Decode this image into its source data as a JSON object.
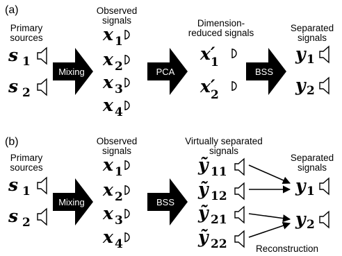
{
  "panels": {
    "a": {
      "tag": "(a)",
      "col1": {
        "line1": "Primary",
        "line2": "sources"
      },
      "col2": {
        "line1": "Observed",
        "line2": "signals"
      },
      "col3": {
        "line1": "Dimension-",
        "line2": "reduced signals"
      },
      "col4": {
        "line1": "Separated",
        "line2": "signals"
      },
      "arrows": [
        "Mixing",
        "PCA",
        "BSS"
      ],
      "sources": [
        {
          "sym": "s",
          "sub": "1"
        },
        {
          "sym": "s",
          "sub": "2"
        }
      ],
      "observed": [
        {
          "sym": "x",
          "sub": "1"
        },
        {
          "sym": "x",
          "sub": "2"
        },
        {
          "sym": "x",
          "sub": "3"
        },
        {
          "sym": "x",
          "sub": "4"
        }
      ],
      "reduced": [
        {
          "sym": "x′",
          "sub": "1"
        },
        {
          "sym": "x′",
          "sub": "2"
        }
      ],
      "separated": [
        {
          "sym": "y",
          "sub": "1"
        },
        {
          "sym": "y",
          "sub": "2"
        }
      ]
    },
    "b": {
      "tag": "(b)",
      "col1": {
        "line1": "Primary",
        "line2": "sources"
      },
      "col2": {
        "line1": "Observed",
        "line2": "signals"
      },
      "col3": {
        "line1": "Virtually separated",
        "line2": "signals"
      },
      "col4": {
        "line1": "Separated",
        "line2": "signals"
      },
      "arrows": [
        "Mixing",
        "BSS"
      ],
      "sources": [
        {
          "sym": "s",
          "sub": "1"
        },
        {
          "sym": "s",
          "sub": "2"
        }
      ],
      "observed": [
        {
          "sym": "x",
          "sub": "1"
        },
        {
          "sym": "x",
          "sub": "2"
        },
        {
          "sym": "x",
          "sub": "3"
        },
        {
          "sym": "x",
          "sub": "4"
        }
      ],
      "virtual": [
        {
          "sym": "ỹ",
          "sub": "11"
        },
        {
          "sym": "ỹ",
          "sub": "12"
        },
        {
          "sym": "ỹ",
          "sub": "21"
        },
        {
          "sym": "ỹ",
          "sub": "22"
        }
      ],
      "separated": [
        {
          "sym": "y",
          "sub": "1"
        },
        {
          "sym": "y",
          "sub": "2"
        }
      ],
      "reconstruction": "Reconstruction"
    }
  }
}
